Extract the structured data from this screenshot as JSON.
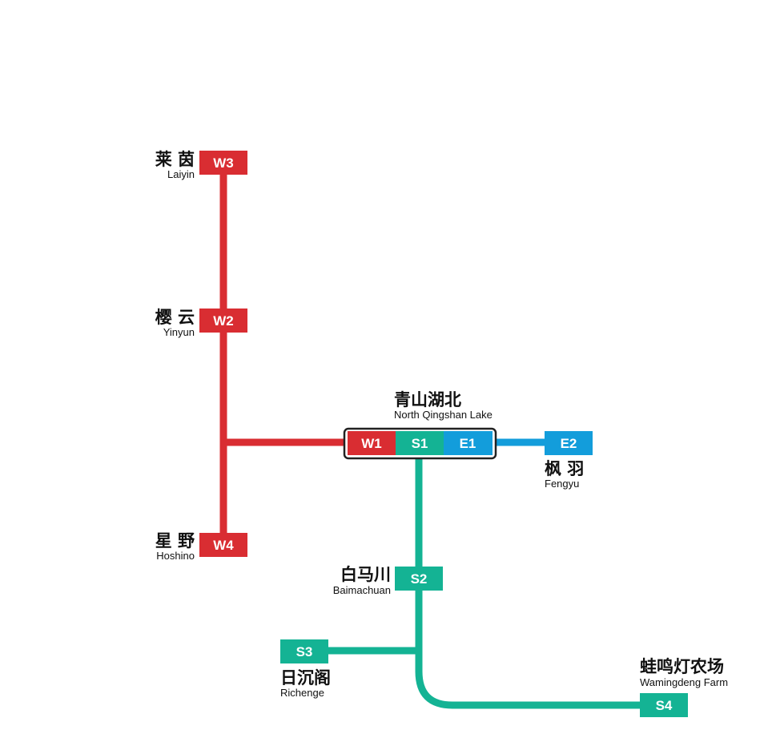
{
  "colors": {
    "west": "#d92d32",
    "south": "#14b394",
    "east": "#139ddb",
    "frame": "#222222"
  },
  "lines": [
    {
      "name": "W",
      "color": "west"
    },
    {
      "name": "S",
      "color": "south"
    },
    {
      "name": "E",
      "color": "east"
    }
  ],
  "stations": {
    "w3": {
      "code": "W3",
      "name_cn": "莱 茵",
      "name_en": "Laiyin"
    },
    "w2": {
      "code": "W2",
      "name_cn": "樱 云",
      "name_en": "Yinyun"
    },
    "w4": {
      "code": "W4",
      "name_cn": "星 野",
      "name_en": "Hoshino"
    },
    "hub": {
      "name_cn": "青山湖北",
      "name_en": "North Qingshan Lake",
      "codes": [
        "W1",
        "S1",
        "E1"
      ]
    },
    "e2": {
      "code": "E2",
      "name_cn": "枫 羽",
      "name_en": "Fengyu"
    },
    "s2": {
      "code": "S2",
      "name_cn": "白马川",
      "name_en": "Baimachuan"
    },
    "s3": {
      "code": "S3",
      "name_cn": "日沉阁",
      "name_en": "Richenge"
    },
    "s4": {
      "code": "S4",
      "name_cn": "蛙鸣灯农场",
      "name_en": "Wamingdeng Farm"
    }
  }
}
